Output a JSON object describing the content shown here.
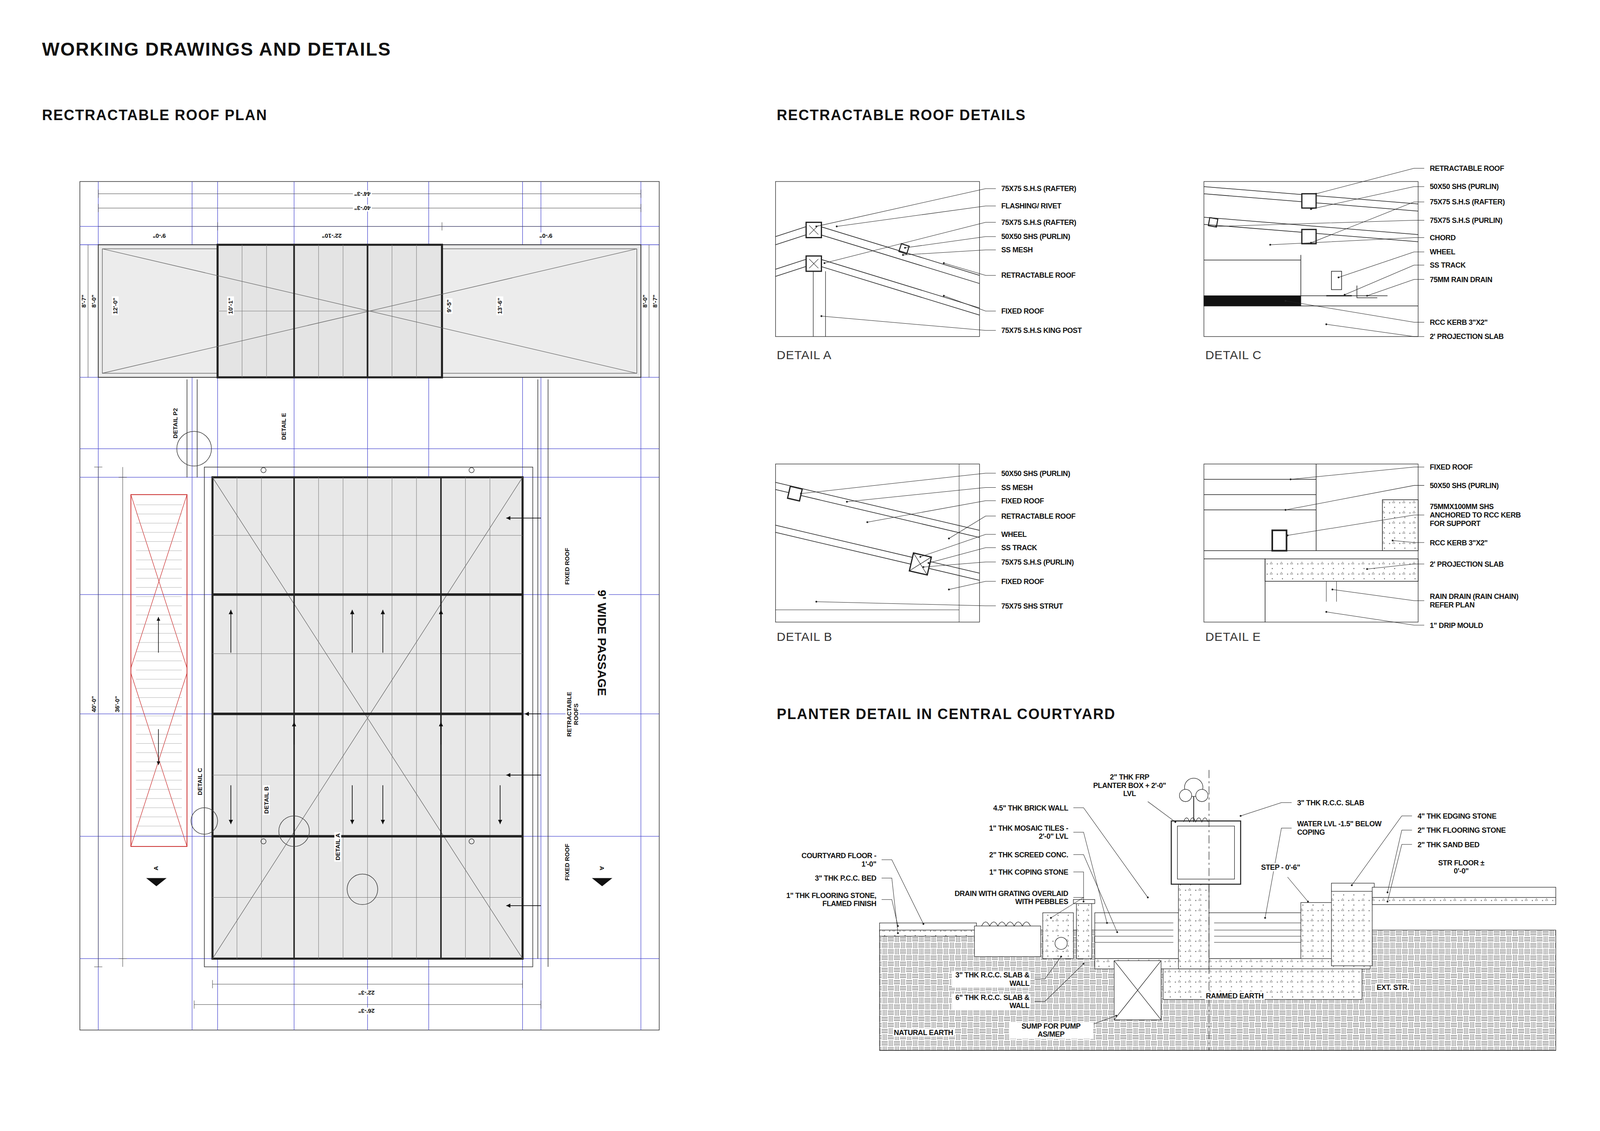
{
  "diagram": {
    "title": "WORKING DRAWINGS AND DETAILS",
    "labels": [
      "RECTRACTABLE ROOF PLAN",
      "44'-3\"",
      "40'-3\"",
      "9'-0\"",
      "22'-10\"",
      "9'-0\"",
      "8'-7\"",
      "8'-0\"",
      "12'-0\"",
      "10'-1\"",
      "9'-5\"",
      "13'-6\"",
      "8'-0\"",
      "8'-7\"",
      "DETAIL P2",
      "DETAIL E",
      "FIXED ROOF",
      "9' WIDE PASSAGE",
      "RETRACTABLE ROOFS",
      "40'-0\"",
      "36'-0\"",
      "DETAIL C",
      "DETAIL B",
      "DETAIL A",
      "FIXED ROOF",
      "A",
      "A",
      "22'-3\"",
      "26'-3\"",
      "RECTRACTABLE ROOF DETAILS",
      "75X75 S.H.S (RAFTER)",
      "FLASHING/ RIVET",
      "75X75 S.H.S (RAFTER)",
      "50X50 SHS (PURLIN)",
      "SS MESH",
      "RETRACTABLE ROOF",
      "FIXED ROOF",
      "75X75 S.H.S KING POST",
      "DETAIL A",
      "RETRACTABLE ROOF",
      "50X50 SHS (PURLIN)",
      "75X75 S.H.S (RAFTER)",
      "75X75 S.H.S (PURLIN)",
      "CHORD",
      "WHEEL",
      "SS TRACK",
      "75MM RAIN DRAIN",
      "RCC KERB 3\"X2\"",
      "2' PROJECTION SLAB",
      "DETAIL C",
      "50X50 SHS (PURLIN)",
      "SS MESH",
      "FIXED ROOF",
      "RETRACTABLE ROOF",
      "WHEEL",
      "SS TRACK",
      "75X75 S.H.S (PURLIN)",
      "FIXED ROOF",
      "75X75 SHS STRUT",
      "DETAIL B",
      "FIXED ROOF",
      "50X50 SHS (PURLIN)",
      "75MMX100MM SHS ANCHORED TO RCC KERB FOR SUPPORT",
      "RCC KERB 3\"X2\"",
      "2' PROJECTION SLAB",
      "RAIN DRAIN (RAIN CHAIN) REFER PLAN",
      "1\" DRIP MOULD",
      "DETAIL E",
      "PLANTER DETAIL IN CENTRAL COURTYARD",
      "2\" THK FRP PLANTER BOX + 2'-0\" LVL",
      "4.5\" THK BRICK WALL",
      "1\" THK MOSAIC TILES - 2'-0\" LVL",
      "2\" THK SCREED CONC.",
      "1\" THK COPING STONE",
      "DRAIN WITH GRATING OVERLAID WITH PEBBLES",
      "COURTYARD FLOOR - 1'-0\"",
      "3\" THK P.C.C. BED",
      "1\" THK FLOORING STONE, FLAMED FINISH",
      "3\" THK R.C.C. SLAB",
      "WATER LVL -1.5\" BELOW COPING",
      "STEP - 0'-6\"",
      "4\" THK EDGING STONE",
      "2\" THK FLOORING STONE",
      "2\" THK SAND BED",
      "STR FLOOR ± 0'-0\"",
      "3\" THK R.C.C. SLAB & WALL",
      "6\" THK R.C.C. SLAB & WALL",
      "SUMP FOR PUMP AS/MEP",
      "NATURAL EARTH",
      "RAMMED EARTH",
      "EXT. STR."
    ]
  }
}
